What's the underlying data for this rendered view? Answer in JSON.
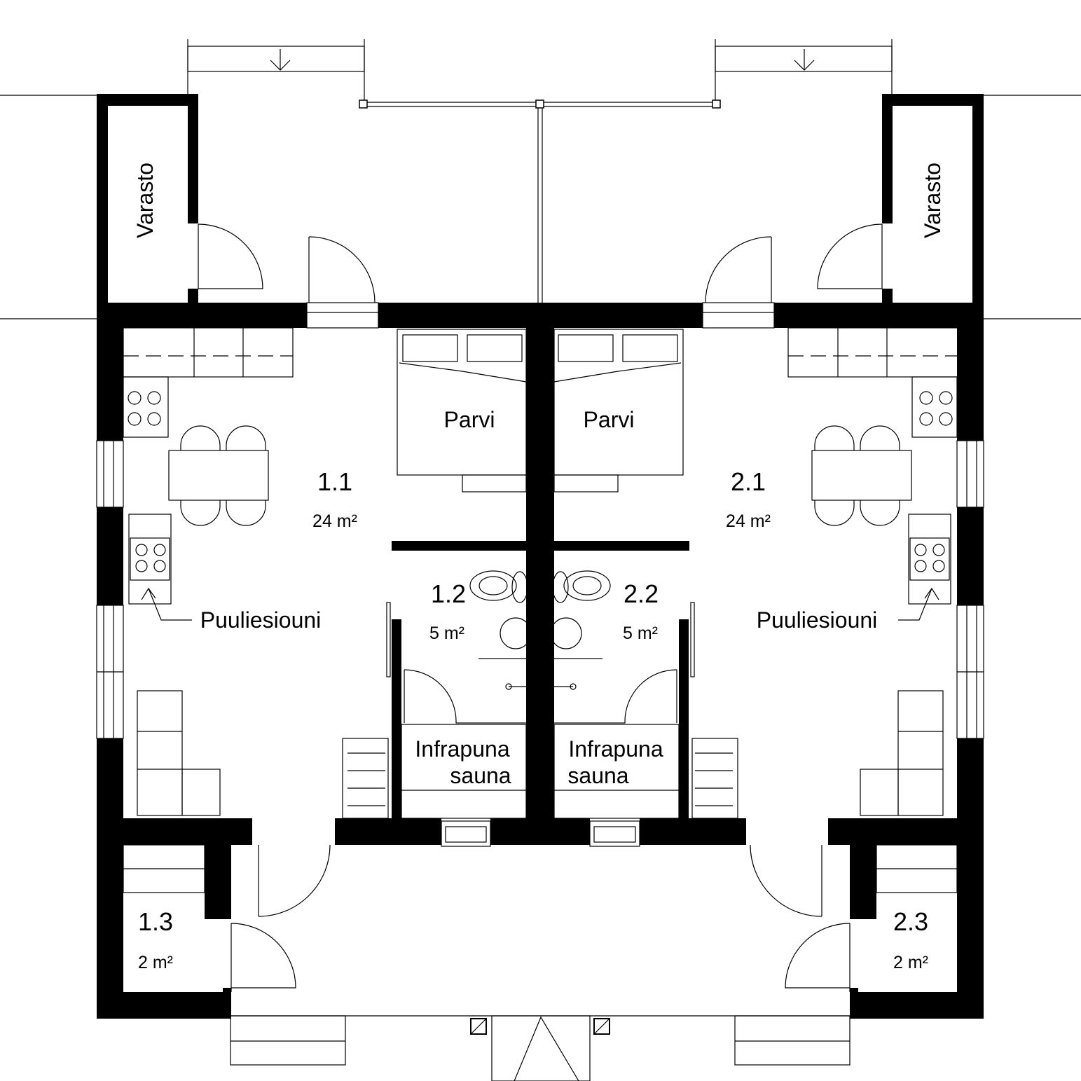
{
  "colors": {
    "wall": "#000000",
    "line": "#000000",
    "background": "#ffffff"
  },
  "rooms": {
    "storage_left": {
      "label": "Varasto"
    },
    "storage_right": {
      "label": "Varasto"
    },
    "loft_left": {
      "label": "Parvi"
    },
    "loft_right": {
      "label": "Parvi"
    },
    "unit_1_1": {
      "number": "1.1",
      "area": "24 m²"
    },
    "unit_2_1": {
      "number": "2.1",
      "area": "24 m²"
    },
    "bath_1_2": {
      "number": "1.2",
      "area": "5 m²"
    },
    "bath_2_2": {
      "number": "2.2",
      "area": "5 m²"
    },
    "room_1_3": {
      "number": "1.3",
      "area": "2 m²"
    },
    "room_2_3": {
      "number": "2.3",
      "area": "2 m²"
    }
  },
  "annotations": {
    "stove_left": "Puuliesiouni",
    "stove_right": "Puuliesiouni",
    "sauna_left_line1": "Infrapuna",
    "sauna_left_line2": "sauna",
    "sauna_right_line1": "Infrapuna",
    "sauna_right_line2": "sauna"
  }
}
